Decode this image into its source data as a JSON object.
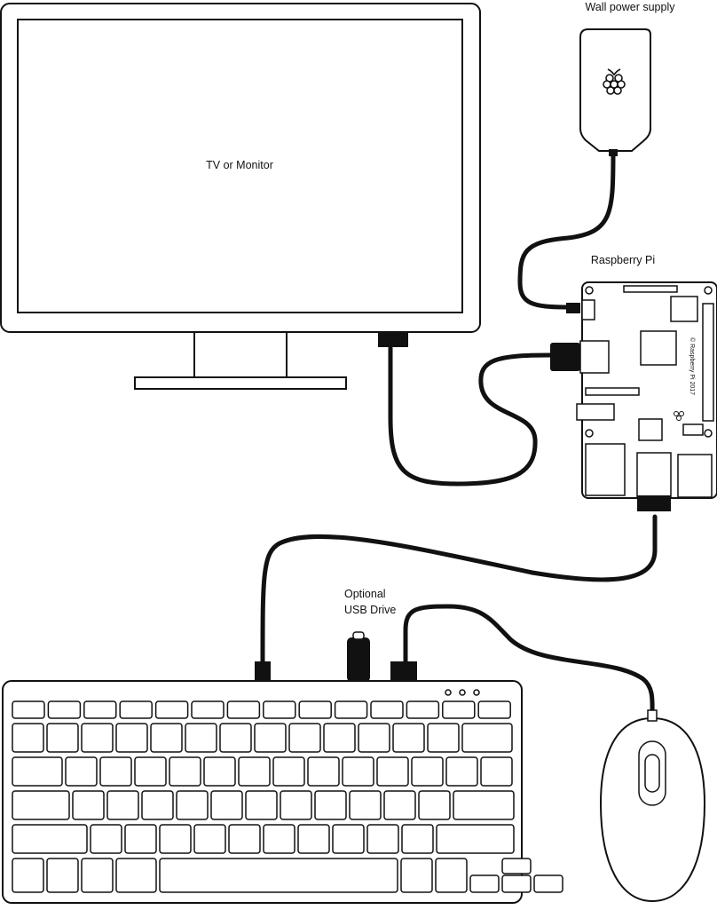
{
  "labels": {
    "monitor": "TV or Monitor",
    "power_supply": "Wall power supply",
    "raspberry_pi": "Raspberry Pi",
    "usb_drive_line1": "Optional",
    "usb_drive_line2": "USB Drive",
    "board_print": "© Raspberry Pi 2017"
  },
  "icons": [
    "raspberry-logo-icon"
  ],
  "colors": {
    "line": "#111111",
    "background": "#ffffff"
  }
}
